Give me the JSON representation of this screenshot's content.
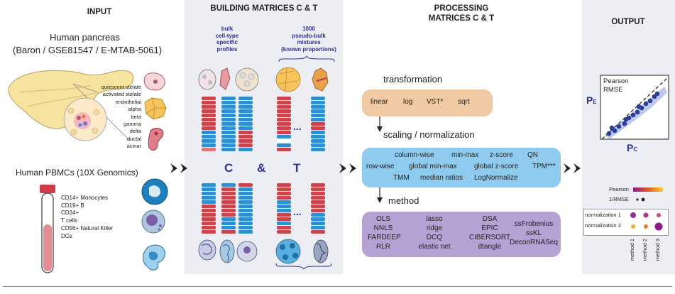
{
  "headers": {
    "input": "INPUT",
    "building": "BUILDING MATRICES C & T",
    "processing_line1": "PROCESSING",
    "processing_line2": "MATRICES C & T",
    "output": "OUTPUT"
  },
  "input": {
    "pancreas_title": "Human pancreas",
    "pancreas_source": "(Baron / GSE81547 / E-MTAB-5061)",
    "pancreas_cells": [
      "quiescent stelate",
      "activated stelate",
      "endothelial",
      "alpha",
      "beta",
      "gamma",
      "delta",
      "ductal",
      "acinar"
    ],
    "pbmc_title": "Human PBMCs  (10X Genomics)",
    "pbmc_cells": [
      "CD14+ Monocytes",
      "CD19+ B",
      "CD34+",
      "T cells",
      "CD56+ Natural Killer",
      "DCs"
    ]
  },
  "building": {
    "bulk_label": [
      "bulk",
      "cell-type",
      "specific",
      "profiles"
    ],
    "pseudo_label": [
      "1000",
      "pseudo-bulk",
      "mixtures",
      "(known proportions)"
    ],
    "c": "C",
    "amp": "&",
    "t": "T",
    "dots": "..."
  },
  "processing": {
    "transformation_title": "transformation",
    "transformations": [
      "linear",
      "log",
      "VST*",
      "sqrt"
    ],
    "scaling_title": "scaling / normalization",
    "scaling_row1": [
      "column-wise",
      "min-max",
      "z-score",
      "QN"
    ],
    "scaling_row2": [
      "row-wise",
      "global min-max",
      "global z-score",
      "TPM***"
    ],
    "scaling_row3": [
      "TMM",
      "median ratios",
      "LogNormalize"
    ],
    "method_title": "method",
    "methods_col1": [
      "OLS",
      "NNLS",
      "FARDEEP",
      "RLR"
    ],
    "methods_col2": [
      "lasso",
      "ridge",
      "DCQ",
      "elastic net"
    ],
    "methods_col3": [
      "DSA",
      "EPIC",
      "CIBERSORT",
      "dtangle"
    ],
    "methods_col4": [
      "ssFrobenius",
      "ssKL",
      "DeconRNASeq"
    ]
  },
  "output": {
    "metric1": "Pearson",
    "metric2": "RMSE",
    "pe_main": "P",
    "pe_sub": "E",
    "pc_main": "P",
    "pc_sub": "C",
    "legend_pearson": "Pearson",
    "legend_rmse": "1/RMSE",
    "row1": "normalization 1",
    "row2": "normalization 2",
    "cols": [
      "method 1",
      "method 2",
      "method 3"
    ]
  },
  "colors": {
    "red": "#c9444b",
    "blue": "#2f8fd0",
    "pink": "#e07a7a",
    "transform_box": "#f1c9a2",
    "scaling_box": "#8fcbef",
    "method_box": "#b6a0d4",
    "navy": "#2e3192",
    "panel": "#eceef3"
  }
}
